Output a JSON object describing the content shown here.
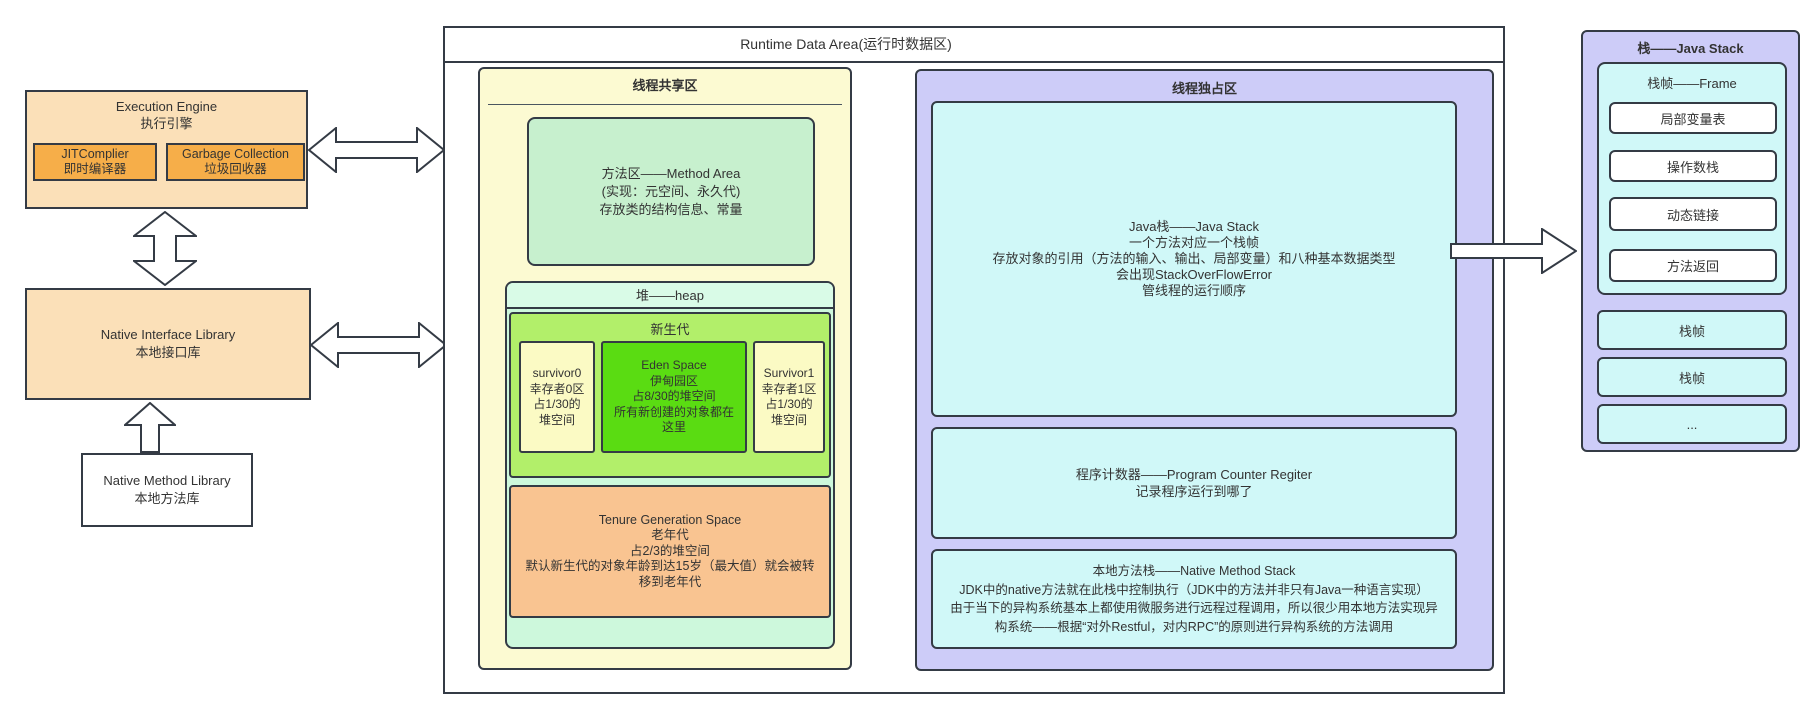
{
  "left": {
    "execution_engine": {
      "title_en": "Execution Engine",
      "title_zh": "执行引擎",
      "jit": {
        "line1": "JITComplier",
        "line2": "即时编译器"
      },
      "gc": {
        "line1": "Garbage Collection",
        "line2": "垃圾回收器"
      }
    },
    "native_interface": {
      "line1": "Native Interface Library",
      "line2": "本地接口库"
    },
    "native_method_library": {
      "line1": "Native Method Library",
      "line2": "本地方法库"
    }
  },
  "runtime": {
    "title": "Runtime Data Area(运行时数据区)",
    "shared": {
      "title": "线程共享区",
      "method_area": {
        "lines": [
          "方法区——Method Area",
          "(实现：元空间、永久代)",
          "存放类的结构信息、常量"
        ]
      },
      "heap": {
        "title": "堆——heap",
        "young": {
          "title": "新生代",
          "survivor0": {
            "lines": [
              "survivor0",
              "幸存者0区",
              "占1/30的",
              "堆空间"
            ]
          },
          "eden": {
            "lines": [
              "Eden Space",
              "伊甸园区",
              "占8/30的堆空间",
              "所有新创建的对象都在",
              "这里"
            ]
          },
          "survivor1": {
            "lines": [
              "Survivor1",
              "幸存者1区",
              "占1/30的",
              "堆空间"
            ]
          }
        },
        "old": {
          "lines": [
            "Tenure Generation Space",
            "老年代",
            "占2/3的堆空间",
            "默认新生代的对象年龄到达15岁（最大值）就会被转",
            "移到老年代"
          ]
        }
      }
    },
    "exclusive": {
      "title": "线程独占区",
      "java_stack": {
        "lines": [
          "Java栈——Java Stack",
          "一个方法对应一个栈帧",
          "存放对象的引用（方法的输入、输出、局部变量）和八种基本数据类型",
          "会出现StackOverFlowError",
          "管线程的运行顺序"
        ]
      },
      "program_counter": {
        "lines": [
          "程序计数器——Program Counter Regiter",
          "记录程序运行到哪了"
        ]
      },
      "native_method_stack": {
        "lines": [
          "本地方法栈——Native Method Stack",
          "JDK中的native方法就在此栈中控制执行（JDK中的方法并非只有Java一种语言实现）",
          "由于当下的异构系统基本上都使用微服务进行远程过程调用，所以很少用本地方法实现异",
          "构系统——根据“对外Restful，对内RPC”的原则进行异构系统的方法调用"
        ]
      }
    }
  },
  "stack_panel": {
    "title": "栈——Java Stack",
    "frame": {
      "title": "栈帧——Frame",
      "items": [
        "局部变量表",
        "操作数栈",
        "动态链接",
        "方法返回"
      ]
    },
    "frames": [
      "栈帧",
      "栈帧",
      "..."
    ]
  },
  "colors": {
    "border": "#343b45",
    "execution_fill": "#fbe0b8",
    "engine_subbox_fill": "#f6ae49",
    "shared_area_fill": "#fcfad2",
    "method_area_fill": "#c7f0ce",
    "heap_fill": "#cdf8dc",
    "heap_header_fill": "#d9fbe7",
    "young_gen_fill": "#b2ef6a",
    "eden_fill": "#5adc12",
    "survivor_fill": "#fbfac4",
    "old_gen_fill": "#f9c491",
    "exclusive_area_fill": "#cdccf8",
    "stack_box_fill": "#d0f8f8",
    "plain_box_fill": "#ffffff"
  }
}
